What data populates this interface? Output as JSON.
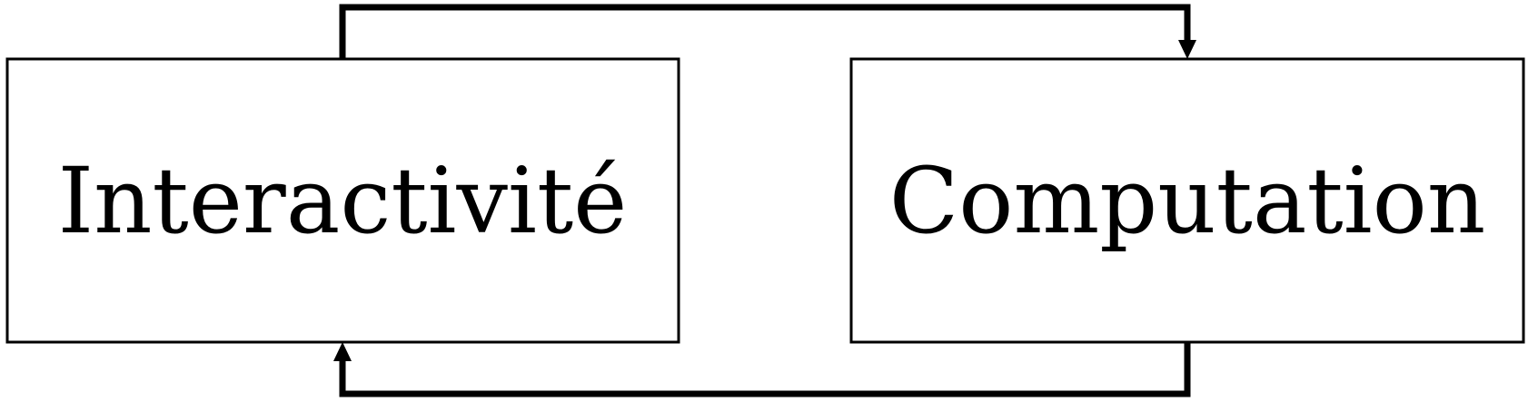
{
  "diagram": {
    "nodes": {
      "left": {
        "label": "Interactivité"
      },
      "right": {
        "label": "Computation"
      }
    },
    "edges": [
      {
        "from": "Interactivité",
        "to": "Computation",
        "route": "top"
      },
      {
        "from": "Computation",
        "to": "Interactivité",
        "route": "bottom"
      }
    ]
  },
  "colors": {
    "stroke": "#000000",
    "fill": "#ffffff",
    "background": "#ffffff"
  }
}
